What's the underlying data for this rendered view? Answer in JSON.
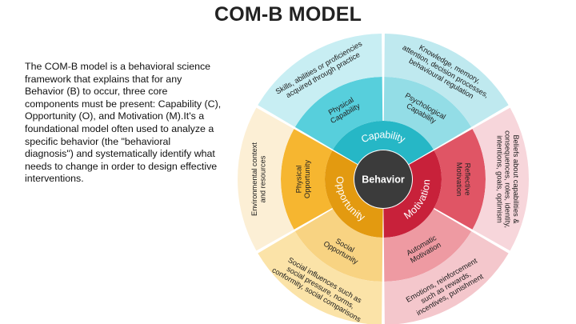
{
  "title": "COM-B MODEL",
  "description": "The COM-B model is a behavioral science framework that explains that for any Behavior (B) to occur, three core components must be present: Capability (C), Opportunity (O), and Motivation (M).It's a foundational model often used to analyze a specific behavior (the \"behavioral diagnosis\") and systematically identify what needs to change in order to design effective interventions.",
  "center": {
    "label": "Behavior",
    "color": "#3b3b3b"
  },
  "components": [
    {
      "label": "Capability",
      "color": "#26b7c6",
      "subs": [
        {
          "label_lines": [
            "Physical",
            "Capability"
          ],
          "color": "#57cfdc",
          "outer_lines": [
            "Skills, abilities or proficiencies",
            "acquired through practice"
          ],
          "outer_color": "#c8eef3"
        },
        {
          "label_lines": [
            "Psychological",
            "Capability"
          ],
          "color": "#93dde6",
          "outer_lines": [
            "Knowledge, memory,",
            "attention, decision processes,",
            "behavioural regulation"
          ],
          "outer_color": "#bfe9ef"
        }
      ]
    },
    {
      "label": "Motivation",
      "color": "#c8213a",
      "subs": [
        {
          "label_lines": [
            "Reflective",
            "Motivation"
          ],
          "color": "#e05565",
          "outer_lines": [
            "Beliefs about capabilities &",
            "consequences, roles, identity,",
            "intentions, goals, optimism"
          ],
          "outer_color": "#f7d6db"
        },
        {
          "label_lines": [
            "Automatic",
            "Motivation"
          ],
          "color": "#ee9aa2",
          "outer_lines": [
            "Emotions, reinforcement",
            "such as rewards,",
            "incentives, punishment"
          ],
          "outer_color": "#f4c7cc"
        }
      ]
    },
    {
      "label": "Opportunity",
      "color": "#e39a10",
      "subs": [
        {
          "label_lines": [
            "Social",
            "Opportunity"
          ],
          "color": "#f8d382",
          "outer_lines": [
            "Social influences such as",
            "social pressure, norms,",
            "conformity, social comparisons"
          ],
          "outer_color": "#fbe3a8"
        },
        {
          "label_lines": [
            "Physical",
            "Opportunity"
          ],
          "color": "#f6b630",
          "outer_lines": [
            "Environmental context",
            "and resources"
          ],
          "outer_color": "#fcefd5"
        }
      ]
    }
  ]
}
